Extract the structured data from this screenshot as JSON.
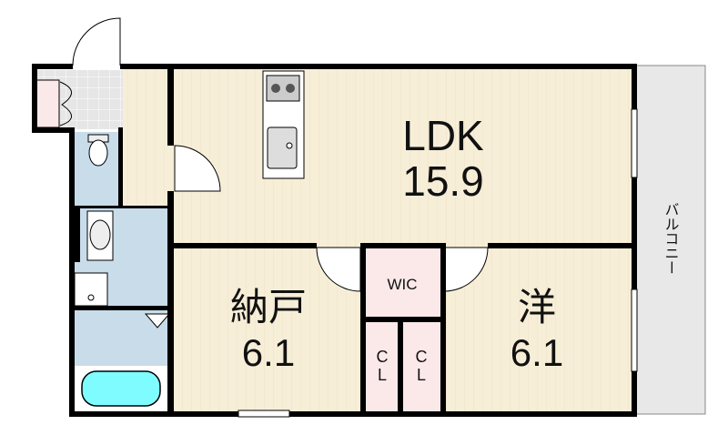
{
  "rooms": {
    "ldk": {
      "name": "LDK",
      "size": "15.9"
    },
    "storage_room": {
      "name": "納戸",
      "size": "6.1"
    },
    "western_room": {
      "name": "洋",
      "size": "6.1"
    },
    "wic": {
      "name": "WIC"
    },
    "closet_left": {
      "name_top": "C",
      "name_bottom": "L"
    },
    "closet_right": {
      "name_top": "C",
      "name_bottom": "L"
    },
    "balcony": {
      "name": "バルコニー"
    }
  },
  "colors": {
    "wall": "#000000",
    "flooring": "#f7eed8",
    "wet_area": "#c8dcea",
    "closet": "#fbe9e9",
    "balcony": "#e8e8e8",
    "entry_tile": "#e6e6e6",
    "bathtub": "#7ffcff"
  }
}
